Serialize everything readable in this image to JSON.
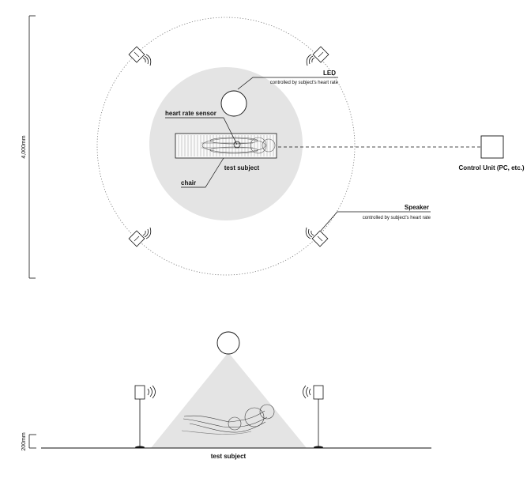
{
  "dimensions": {
    "vertical_label": "4,000mm",
    "height_label": "200mm"
  },
  "labels": {
    "led_title": "LED",
    "led_sub": "controlled by subject's heart rate",
    "heart_rate_sensor": "heart rate sensor",
    "test_subject_top": "test subject",
    "chair": "chair",
    "speaker_title": "Speaker",
    "speaker_sub": "controlled by subject's heart rate",
    "control_unit": "Control Unit (PC, etc.)",
    "test_subject_side": "test subject"
  },
  "colors": {
    "shade": "#e4e4e4",
    "line": "#111111",
    "dotted": "#777777"
  }
}
